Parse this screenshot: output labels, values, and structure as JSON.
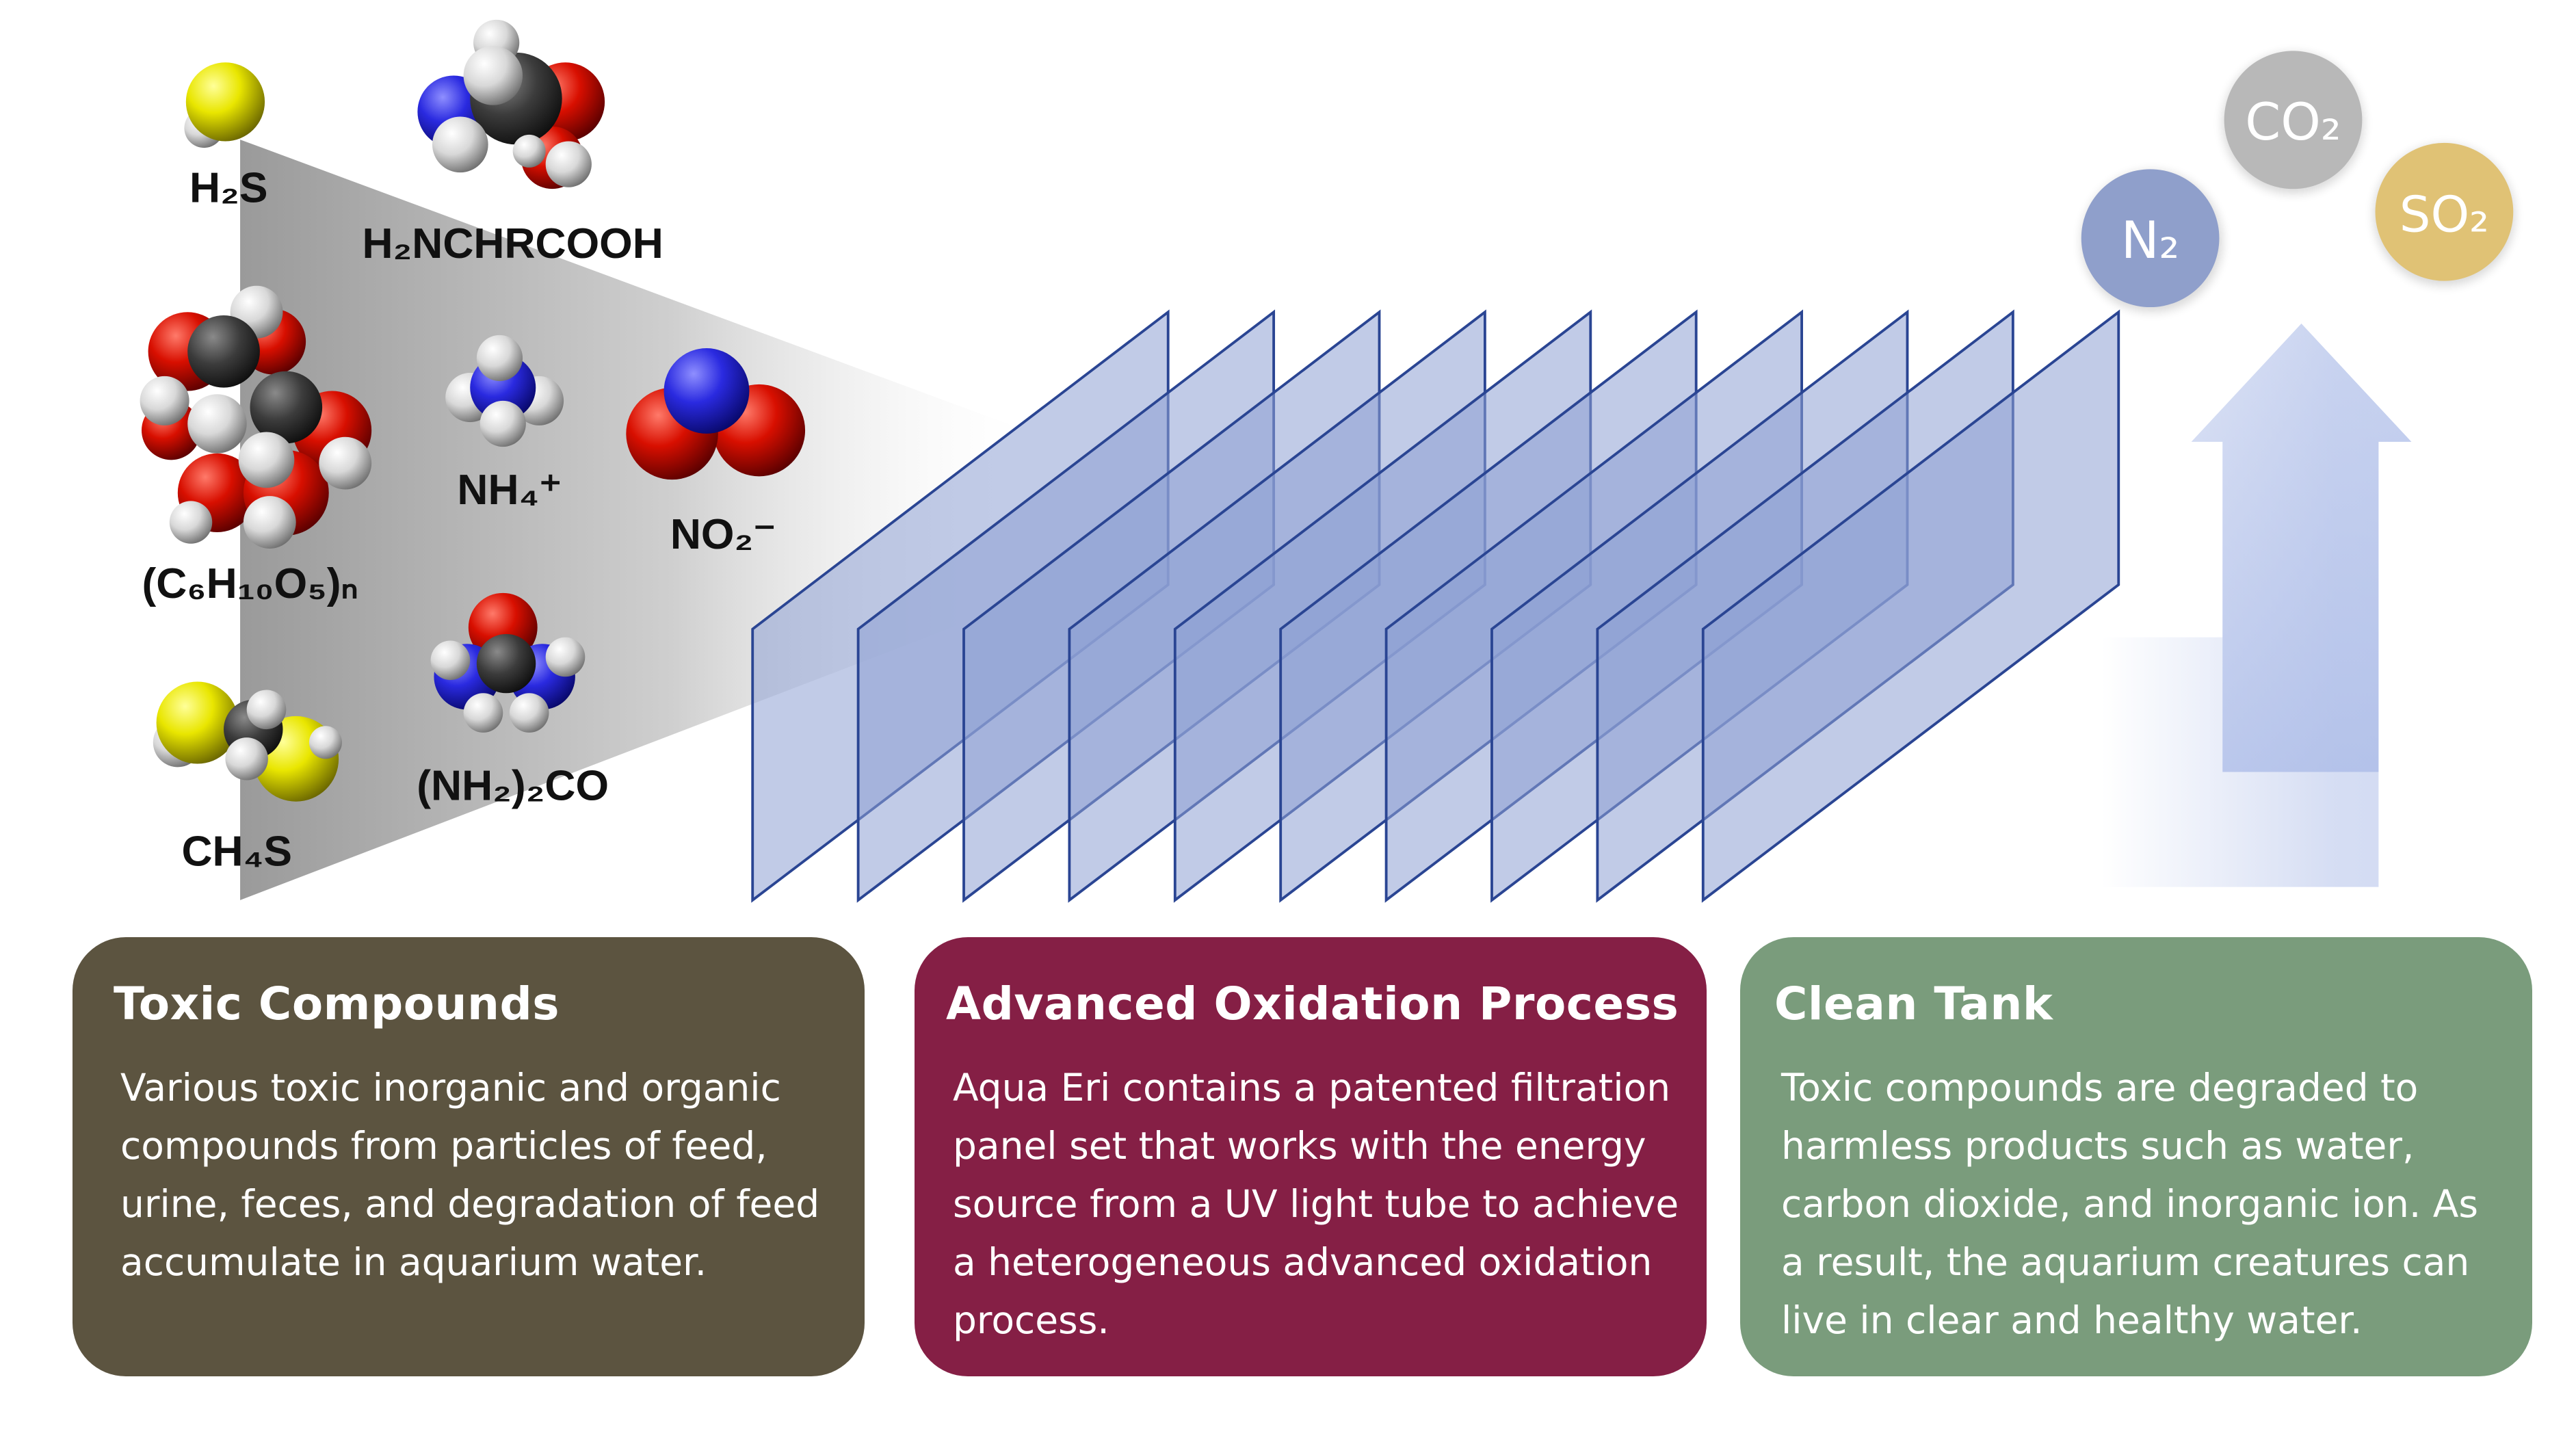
{
  "colors": {
    "toxic_card": "#5c5440",
    "aop_card": "#851f45",
    "clean_card": "#7a9c7c",
    "panel_fill": "#8ea0d4",
    "panel_stroke": "#2a4593",
    "n2_bubble": "#8f9fcb",
    "co2_bubble": "#b8b8b8",
    "so2_bubble": "#e0c275",
    "arrow": "#a6b7e6"
  },
  "molecules": [
    {
      "formula": "H₂S",
      "icon": "hydrogen-sulfide-icon"
    },
    {
      "formula": "H₂NCHRCOOH",
      "icon": "amino-acid-icon"
    },
    {
      "formula": "(C₆H₁₀O₅)ₙ",
      "icon": "cellulose-icon"
    },
    {
      "formula": "NH₄⁺",
      "icon": "ammonium-icon"
    },
    {
      "formula": "NO₂⁻",
      "icon": "nitrite-icon"
    },
    {
      "formula": "CH₄S",
      "icon": "methanethiol-icon"
    },
    {
      "formula": "(NH₂)₂CO",
      "icon": "urea-icon"
    }
  ],
  "gases": [
    {
      "formula": "N₂",
      "color": "#8f9fcb"
    },
    {
      "formula": "CO₂",
      "color": "#b8b8b8"
    },
    {
      "formula": "SO₂",
      "color": "#e0c275"
    }
  ],
  "panels": {
    "count": 10
  },
  "cards": {
    "toxic": {
      "title": "Toxic Compounds",
      "body": "Various toxic inorganic and organic compounds from particles of feed, urine, feces, and degradation of feed accumulate in aquarium water."
    },
    "aop": {
      "title": "Advanced Oxidation Process",
      "body": "Aqua Eri contains a patented filtration panel set that works with the energy source from a UV light tube to achieve a heterogeneous advanced oxidation process."
    },
    "clean": {
      "title": "Clean Tank",
      "body": "Toxic compounds are degraded to harmless products such as water, carbon dioxide, and inorganic ion. As a result, the aquarium creatures can live in clear and healthy water."
    }
  }
}
